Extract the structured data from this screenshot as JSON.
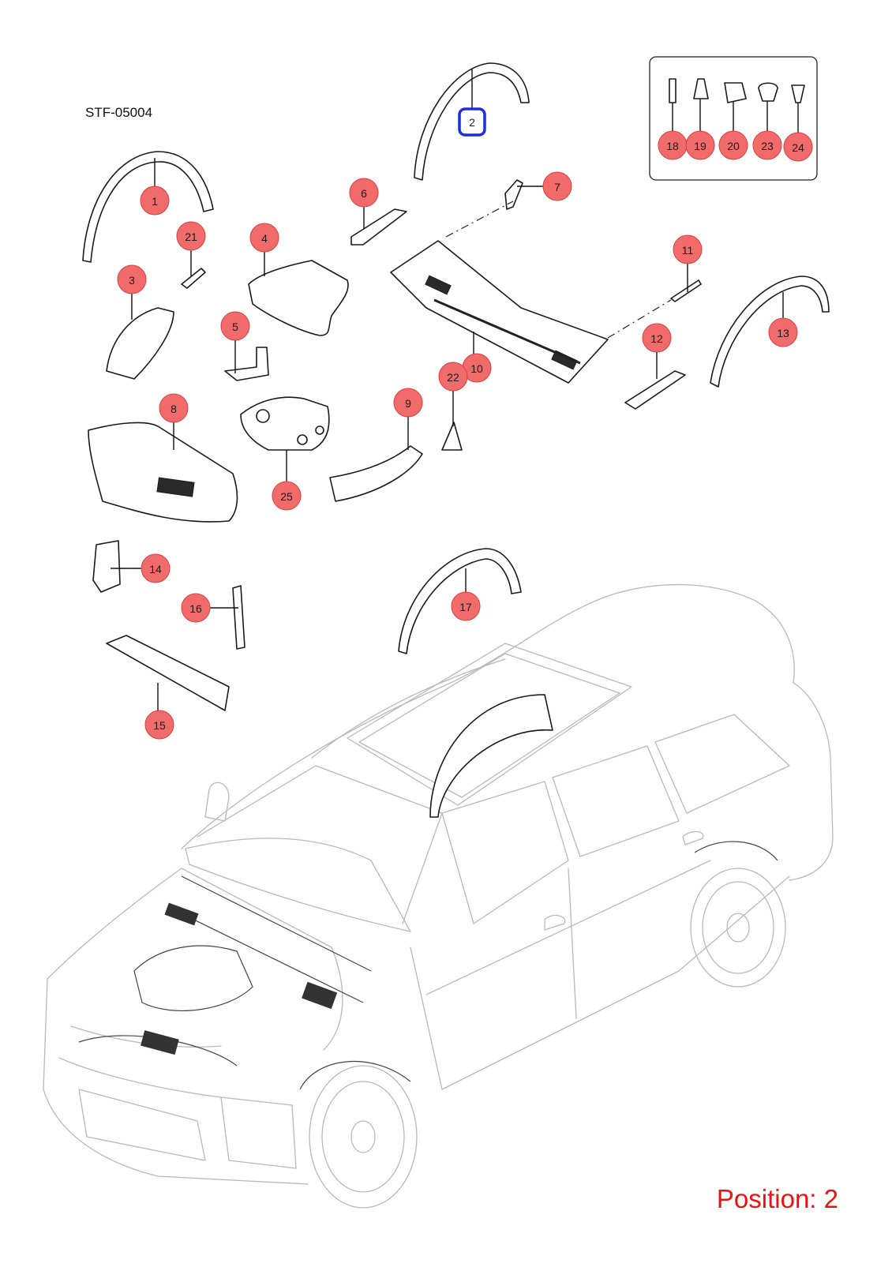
{
  "diagram": {
    "code": "STF-05004",
    "position_text": "Position: 2",
    "highlighted": "2",
    "accent_color": "#1a2fe0",
    "callout_color": "#f26b6b",
    "callouts": [
      {
        "id": "1",
        "label": "1"
      },
      {
        "id": "2",
        "label": "2"
      },
      {
        "id": "3",
        "label": "3"
      },
      {
        "id": "4",
        "label": "4"
      },
      {
        "id": "5",
        "label": "5"
      },
      {
        "id": "6",
        "label": "6"
      },
      {
        "id": "7",
        "label": "7"
      },
      {
        "id": "8",
        "label": "8"
      },
      {
        "id": "9",
        "label": "9"
      },
      {
        "id": "10",
        "label": "10"
      },
      {
        "id": "11",
        "label": "11"
      },
      {
        "id": "12",
        "label": "12"
      },
      {
        "id": "13",
        "label": "13"
      },
      {
        "id": "14",
        "label": "14"
      },
      {
        "id": "15",
        "label": "15"
      },
      {
        "id": "16",
        "label": "16"
      },
      {
        "id": "17",
        "label": "17"
      },
      {
        "id": "18",
        "label": "18"
      },
      {
        "id": "19",
        "label": "19"
      },
      {
        "id": "20",
        "label": "20"
      },
      {
        "id": "21",
        "label": "21"
      },
      {
        "id": "22",
        "label": "22"
      },
      {
        "id": "23",
        "label": "23"
      },
      {
        "id": "24",
        "label": "24"
      },
      {
        "id": "25",
        "label": "25"
      }
    ]
  }
}
